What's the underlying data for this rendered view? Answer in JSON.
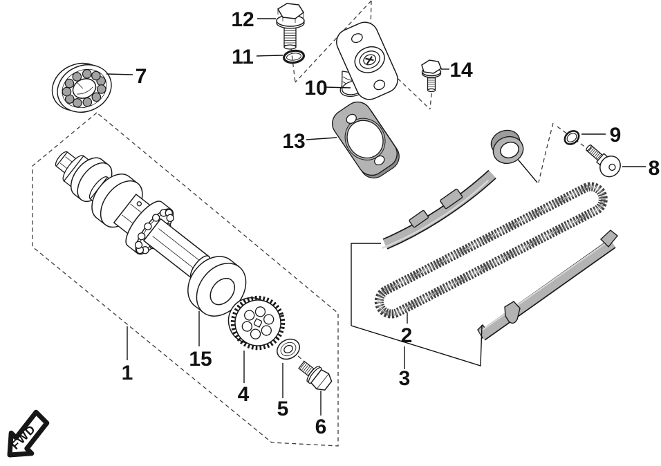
{
  "figure": {
    "type": "exploded-parts-diagram",
    "subject": "camshaft-and-cam-chain-assembly",
    "orientation_marker": "FWD",
    "part_numbers": [
      "1",
      "2",
      "3",
      "4",
      "5",
      "6",
      "7",
      "8",
      "9",
      "10",
      "11",
      "12",
      "13",
      "14",
      "15"
    ]
  },
  "labels": {
    "p1": "1",
    "p2": "2",
    "p3": "3",
    "p4": "4",
    "p5": "5",
    "p6": "6",
    "p7": "7",
    "p8": "8",
    "p9": "9",
    "p10": "10",
    "p11": "11",
    "p12": "12",
    "p13": "13",
    "p14": "14",
    "p15": "15",
    "fwd": "FWD"
  },
  "colors": {
    "background": "#ffffff",
    "line": "#1a1a1a",
    "part_gray": "#b3b3b3",
    "part_gray_dark": "#8a8a8a",
    "chain_dark": "#3f3f3f",
    "label_text": "#111111"
  }
}
